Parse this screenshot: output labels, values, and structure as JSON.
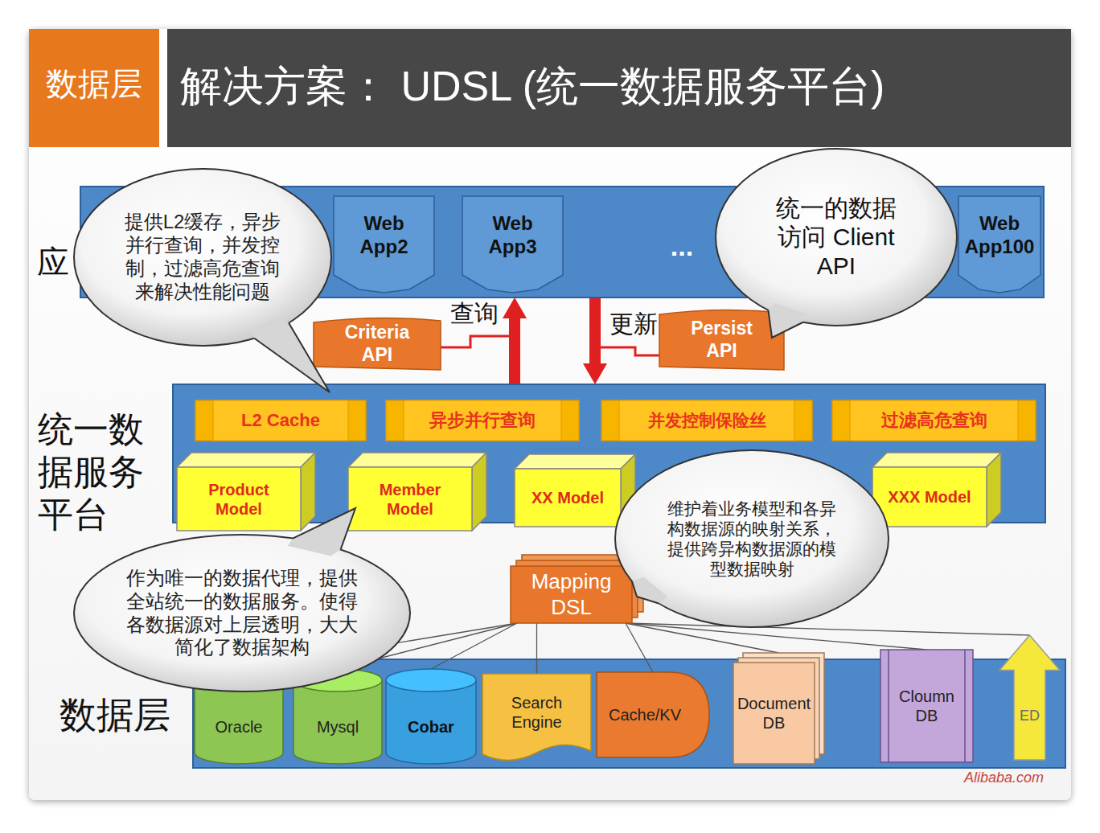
{
  "diagram": {
    "title": "解决方案： UDSL (统一数据服务平台)",
    "nodes": [
      {
        "text": [
          "应"
        ]
      },
      {
        "text": [
          "Web App2"
        ],
        "in": 0
      },
      {
        "text": [
          "Web App3"
        ],
        "in": 0
      },
      {
        "text": [
          "Web App100"
        ],
        "in": 0
      },
      {
        "text": [
          "Criteria API"
        ]
      },
      {
        "text": [
          "Persist API"
        ]
      },
      {
        "text": [
          "统一数据服务平台"
        ]
      },
      {
        "text": [
          "L2 Cache"
        ],
        "in": 6
      },
      {
        "text": [
          "异步并行查询"
        ],
        "in": 6
      },
      {
        "text": [
          "并发控制保险丝"
        ],
        "in": 6
      },
      {
        "text": [
          "过滤高危查询"
        ],
        "in": 6
      },
      {
        "text": [
          "Product Model"
        ],
        "in": 6
      },
      {
        "text": [
          "Member Model"
        ],
        "in": 6
      },
      {
        "text": [
          "XX Model"
        ],
        "in": 6
      },
      {
        "text": [
          "XXX Model"
        ],
        "in": 6
      },
      {
        "text": [
          "Mapping DSL"
        ]
      },
      {
        "text": [
          "数据层"
        ]
      },
      {
        "text": [
          "Oracle"
        ],
        "in": 16
      },
      {
        "text": [
          "Mysql"
        ],
        "in": 16
      },
      {
        "text": [
          "Cobar"
        ],
        "in": 16
      },
      {
        "text": [
          "Search Engine"
        ],
        "in": 16
      },
      {
        "text": [
          "Cache/KV"
        ],
        "in": 16
      },
      {
        "text": [
          "Document DB"
        ],
        "in": 16
      },
      {
        "text": [
          "Cloumn DB"
        ],
        "in": 16
      },
      {
        "text": [
          "ED"
        ],
        "in": 16
      },
      {
        "text": [
          "提供L2缓存，异步并行查询，并发控制，过滤高危查询来解决性能问题"
        ]
      },
      {
        "text": [
          "统一的数据访问 Client API"
        ]
      },
      {
        "text": [
          "维护着业务模型和各异构数据源的映射关系，提供跨异构数据源的模型数据映射"
        ]
      },
      {
        "text": [
          "作为唯一的数据代理，提供全站统一的数据服务。使得各数据源对上层透明，大大简化了数据架构"
        ]
      }
    ],
    "edges": [
      {
        "from": 6,
        "to": 0,
        "label": "查询",
        "arrow": "to"
      },
      {
        "from": 0,
        "to": 6,
        "label": "更新",
        "arrow": "to"
      },
      {
        "from": 15,
        "to": 17,
        "arrow": "none"
      },
      {
        "from": 15,
        "to": 18,
        "arrow": "none"
      },
      {
        "from": 15,
        "to": 19,
        "arrow": "none"
      },
      {
        "from": 15,
        "to": 20,
        "arrow": "none"
      },
      {
        "from": 15,
        "to": 21,
        "arrow": "none"
      },
      {
        "from": 15,
        "to": 22,
        "arrow": "none"
      },
      {
        "from": 15,
        "to": 23,
        "arrow": "none"
      },
      {
        "from": 15,
        "to": 24,
        "arrow": "none"
      }
    ],
    "labels": [
      "数据层",
      "...",
      "Alibaba.com"
    ]
  }
}
